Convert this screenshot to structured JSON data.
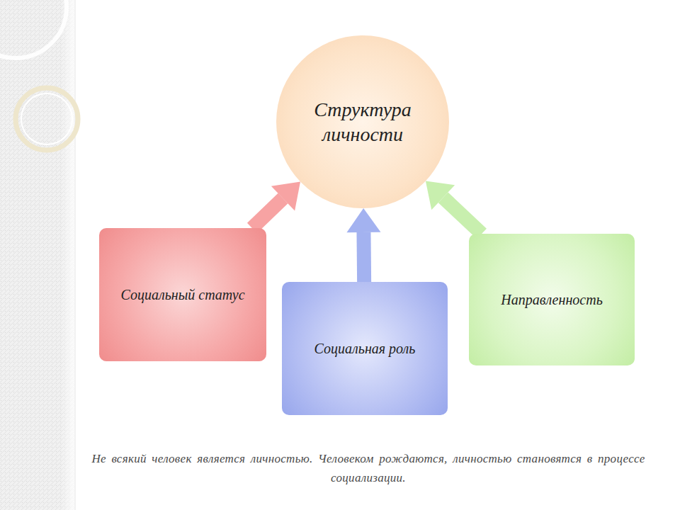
{
  "diagram": {
    "caption": "Не всякий человек является личностью. Человеком рождаются, личностью становятся в процессе социализации.",
    "nodes": [
      {
        "text": [
          "Структура личности"
        ]
      },
      {
        "text": [
          "Социальный статус"
        ]
      },
      {
        "text": [
          "Социальная роль"
        ]
      },
      {
        "text": [
          "Направленность"
        ]
      }
    ],
    "edges": [
      {
        "from": 1,
        "to": 0,
        "arrow": "to"
      },
      {
        "from": 2,
        "to": 0,
        "arrow": "to"
      },
      {
        "from": 3,
        "to": 0,
        "arrow": "to"
      }
    ]
  }
}
